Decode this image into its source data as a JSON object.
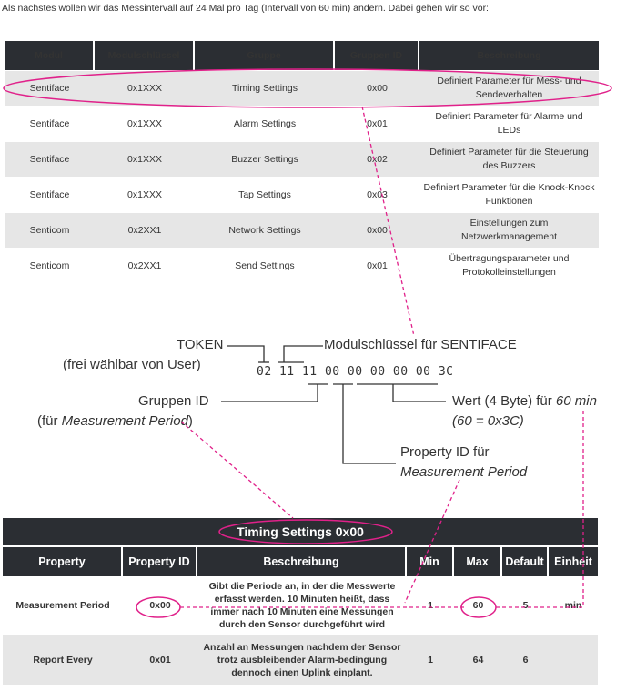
{
  "intro": "Als nächstes wollen wir das Messintervall auf 24 Mal pro Tag (Intervall von 60 min) ändern. Dabei gehen wir so vor:",
  "table1": {
    "headers": [
      "Modul",
      "Modulschlüssel",
      "Gruppe",
      "Gruppen ID",
      "Beschreibung"
    ],
    "rows": [
      [
        "Sentiface",
        "0x1XXX",
        "Timing Settings",
        "0x00",
        "Definiert Parameter für Mess- und Sendeverhalten"
      ],
      [
        "Sentiface",
        "0x1XXX",
        "Alarm Settings",
        "0x01",
        "Definiert Parameter für Alarme und LEDs"
      ],
      [
        "Sentiface",
        "0x1XXX",
        "Buzzer Settings",
        "0x02",
        "Definiert Parameter für die Steuerung des Buzzers"
      ],
      [
        "Sentiface",
        "0x1XXX",
        "Tap Settings",
        "0x03",
        "Definiert Parameter für die Knock-Knock Funktionen"
      ],
      [
        "Senticom",
        "0x2XX1",
        "Network Settings",
        "0x00",
        "Einstellungen zum Netzwerkmanagement"
      ],
      [
        "Senticom",
        "0x2XX1",
        "Send Settings",
        "0x01",
        "Übertragungsparameter und Protokolleinstellungen"
      ]
    ]
  },
  "diagram": {
    "token_label": "TOKEN",
    "token_note": "(frei wählbar von User)",
    "modulschluessel_label": "Modulschlüssel für SENTIFACE",
    "hex": "02 11 11 00 00 00 00 00 3C",
    "gruppen_label": "Gruppen ID",
    "gruppen_note_prefix": "(für ",
    "gruppen_note_italic": "Measurement Period",
    "gruppen_note_suffix": ")",
    "wert_prefix": "Wert (4 Byte) für ",
    "wert_italic": "60 min",
    "wert_note": "(60 = 0x3C)",
    "property_label": "Property ID für",
    "property_italic": "Measurement Period"
  },
  "table2": {
    "title": "Timing Settings 0x00",
    "headers": [
      "Property",
      "Property ID",
      "Beschreibung",
      "Min",
      "Max",
      "Default",
      "Einheit"
    ],
    "rows": [
      [
        "Measurement Period",
        "0x00",
        "Gibt die Periode an, in der die Messwerte erfasst werden. 10 Minuten heißt, dass immer nach 10 Minuten eine Messungen durch den Sensor durchgeführt wird",
        "1",
        "60",
        "5",
        "min"
      ],
      [
        "Report Every",
        "0x01",
        "Anzahl an Messungen nachdem der Sensor trotz ausbleibender Alarm-bedingung dennoch einen Uplink einplant.",
        "1",
        "64",
        "6",
        ""
      ]
    ]
  },
  "colors": {
    "highlight": "#e0218a",
    "header_bg": "#2b2e33",
    "row_alt": "#e6e6e6"
  }
}
